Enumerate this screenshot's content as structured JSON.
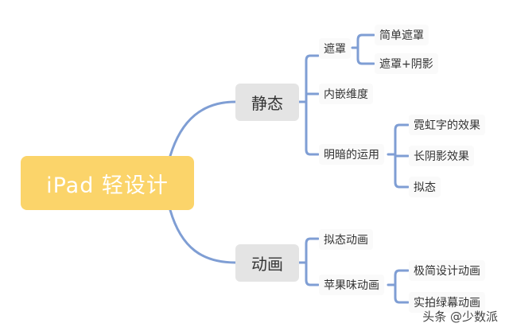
{
  "mindmap": {
    "root": "iPad 轻设计",
    "static": {
      "label": "静态",
      "mask": {
        "label": "遮罩",
        "children": [
          "简单遮罩",
          "遮罩+阴影"
        ]
      },
      "inset": "内嵌维度",
      "lighting": {
        "label": "明暗的运用",
        "children": [
          "霓虹字的效果",
          "长阴影效果",
          "拟态"
        ]
      }
    },
    "animation": {
      "label": "动画",
      "skeuo": "拟态动画",
      "apple": {
        "label": "苹果味动画",
        "children": [
          "极简设计动画",
          "实拍绿幕动画"
        ]
      }
    }
  },
  "watermark": "头条 @少数派",
  "colors": {
    "root_fill": "#fbd46a",
    "main_fill": "#e4e4e4",
    "link": "#7f9ed4"
  }
}
